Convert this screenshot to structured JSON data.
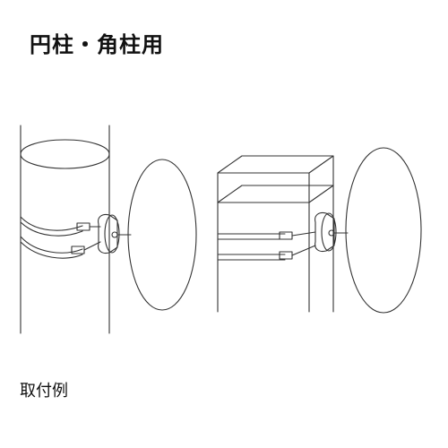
{
  "heading": "円柱・角柱用",
  "caption": "取付例",
  "colors": {
    "line": "#333333",
    "mirror_fill": "#dcdcdc",
    "bracket_fill": "#eeeeee",
    "face_fill": "#ffffff"
  },
  "figures": [
    {
      "id": "round-pillar",
      "shape": "cylinder"
    },
    {
      "id": "square-pillar",
      "shape": "square-prism"
    }
  ]
}
